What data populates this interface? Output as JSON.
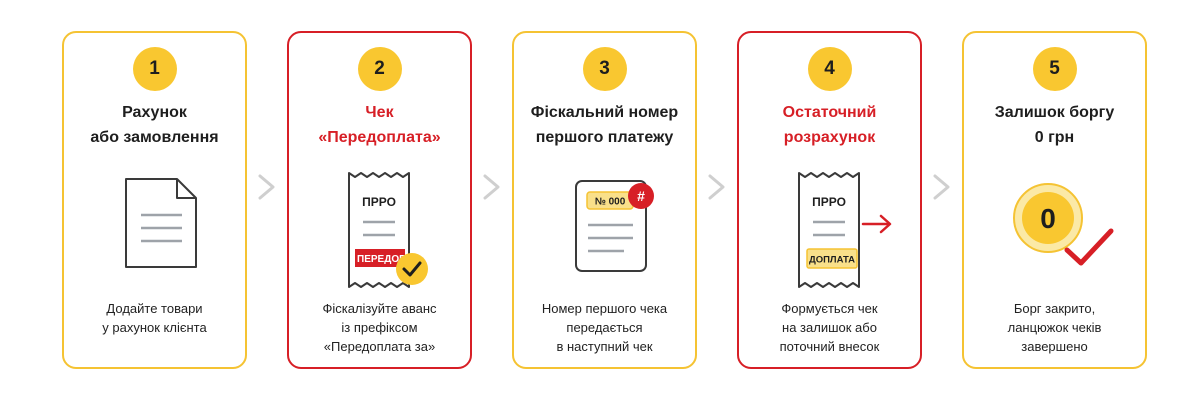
{
  "steps": [
    {
      "number": "1",
      "title": [
        "Рахунок",
        "або замовлення"
      ],
      "description": [
        "Додайте товари",
        "у рахунок клієнта"
      ]
    },
    {
      "number": "2",
      "title": [
        "Чек",
        "«Передоплата»"
      ],
      "description": [
        "Фіскалізуйте аванс",
        "із префіксом",
        "«Передоплата за»"
      ],
      "icon_label": "ПРРО",
      "stamp_label": "ПЕРЕДОПЛАТА"
    },
    {
      "number": "3",
      "title": [
        "Фіскальний номер",
        "першого платежу"
      ],
      "description": [
        "Номер першого чека",
        "передається",
        "в наступний чек"
      ],
      "number_label": "№ 000",
      "tag_symbol": "#"
    },
    {
      "number": "4",
      "title": [
        "Остаточний",
        "розрахунок"
      ],
      "description": [
        "Формується чек",
        "на залишок або",
        "поточний внесок"
      ],
      "icon_label": "ПРРО",
      "stamp_label": "ДОПЛАТА"
    },
    {
      "number": "5",
      "title": [
        "Залишок боргу",
        "0 грн"
      ],
      "description": [
        "Борг закрито,",
        "ланцюжок чеків",
        "завершено"
      ],
      "coin_label": "0"
    }
  ],
  "colors": {
    "yellow": "#f9c730",
    "red": "#d71f26",
    "gray": "#cfcfcf",
    "text": "#1e1e1e"
  },
  "icons": [
    "document-icon",
    "receipt-check-icon",
    "document-hash-icon",
    "receipt-arrow-icon",
    "coin-checkmark-icon"
  ]
}
